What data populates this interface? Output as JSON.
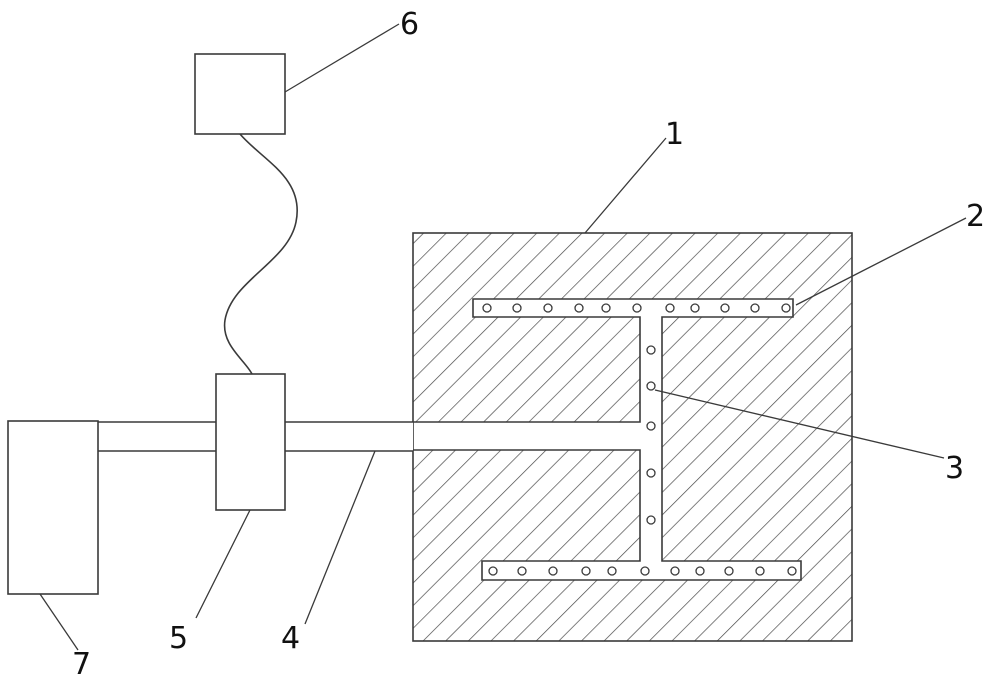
{
  "labels": {
    "block": "1",
    "flange_holes": "2",
    "web_holes": "3",
    "pipe": "4",
    "valve": "5",
    "controller": "6",
    "pump": "7"
  },
  "colors": {
    "line": "#3a3a3a",
    "hatch": "#4a4a4a",
    "background": "#ffffff",
    "text": "#111111"
  }
}
